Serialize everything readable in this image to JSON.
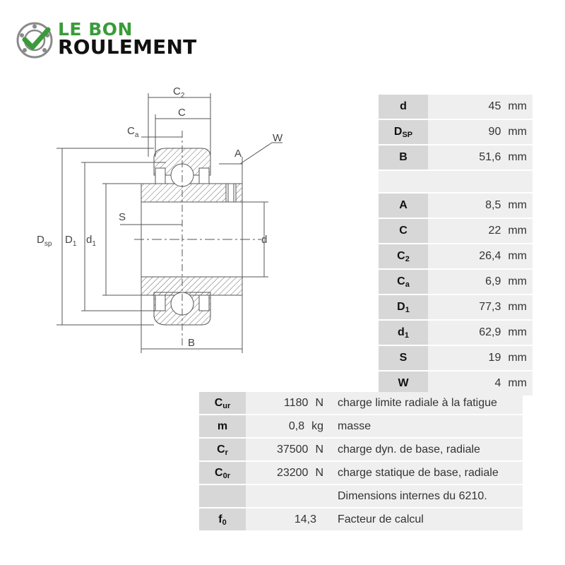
{
  "logo": {
    "line1": "LE BON",
    "line2": "ROULEMENT",
    "icon": "check-bearing-icon",
    "colors": {
      "accent": "#3a9b3a",
      "text": "#111111"
    }
  },
  "diagram": {
    "labels": {
      "c2": "C",
      "c2_sub": "2",
      "c": "C",
      "ca": "C",
      "ca_sub": "a",
      "w": "W",
      "a": "A",
      "s": "S",
      "d": "d",
      "dsp": "D",
      "dsp_sub": "sp",
      "D1": "D",
      "D1_sub": "1",
      "d1": "d",
      "d1_sub": "1",
      "b": "B"
    }
  },
  "dimensions": {
    "rows_top": [
      {
        "key": "d",
        "key_sub": "",
        "value": "45",
        "unit": "mm"
      },
      {
        "key": "D",
        "key_sub": "SP",
        "value": "90",
        "unit": "mm"
      },
      {
        "key": "B",
        "key_sub": "",
        "value": "51,6",
        "unit": "mm"
      }
    ],
    "rows_bottom": [
      {
        "key": "A",
        "key_sub": "",
        "value": "8,5",
        "unit": "mm"
      },
      {
        "key": "C",
        "key_sub": "",
        "value": "22",
        "unit": "mm"
      },
      {
        "key": "C",
        "key_sub": "2",
        "value": "26,4",
        "unit": "mm"
      },
      {
        "key": "C",
        "key_sub": "a",
        "value": "6,9",
        "unit": "mm"
      },
      {
        "key": "D",
        "key_sub": "1",
        "value": "77,3",
        "unit": "mm"
      },
      {
        "key": "d",
        "key_sub": "1",
        "value": "62,9",
        "unit": "mm"
      },
      {
        "key": "S",
        "key_sub": "",
        "value": "19",
        "unit": "mm"
      },
      {
        "key": "W",
        "key_sub": "",
        "value": "4",
        "unit": "mm"
      }
    ]
  },
  "loads": {
    "rows": [
      {
        "key": "C",
        "key_sub": "ur",
        "value": "1180",
        "unit": "N",
        "desc": "charge limite radiale à la fatigue"
      },
      {
        "key": "m",
        "key_sub": "",
        "value": "0,8",
        "unit": "kg",
        "desc": "masse"
      },
      {
        "key": "C",
        "key_sub": "r",
        "value": "37500",
        "unit": "N",
        "desc": "charge dyn. de base, radiale"
      },
      {
        "key": "C",
        "key_sub": "0r",
        "value": "23200",
        "unit": "N",
        "desc": "charge statique de base, radiale"
      },
      {
        "key": "",
        "key_sub": "",
        "value": "",
        "unit": "",
        "desc": "Dimensions internes du 6210."
      },
      {
        "key": "f",
        "key_sub": "0",
        "value": "14,3",
        "unit": "",
        "desc": "Facteur de calcul"
      }
    ]
  }
}
